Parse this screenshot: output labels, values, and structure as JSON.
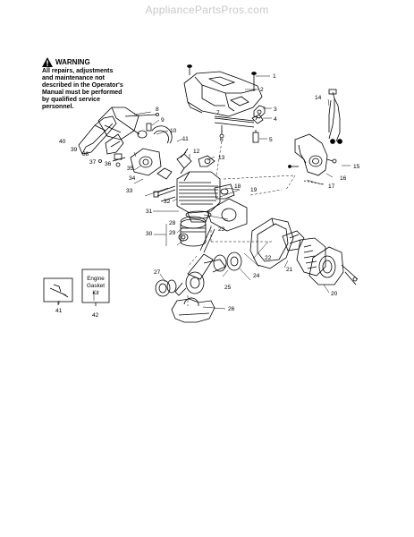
{
  "header": {
    "site_name": "AppliancePartsPros.com"
  },
  "warning": {
    "title": "WARNING",
    "text": "All repairs, adjustments and maintenance not described in the Operator's Manual must be performed by qualified service personnel."
  },
  "kit_box": {
    "line1": "Engine",
    "line2": "Gasket",
    "line3": "Kit"
  },
  "callouts": [
    "1",
    "2",
    "3",
    "4",
    "5",
    "6",
    "7",
    "8",
    "9",
    "10",
    "11",
    "12",
    "13",
    "14",
    "15",
    "16",
    "17",
    "18",
    "19",
    "20",
    "21",
    "22",
    "23",
    "24",
    "25",
    "26",
    "27",
    "28",
    "29",
    "30",
    "31",
    "32",
    "33",
    "34",
    "35",
    "36",
    "37",
    "38",
    "39",
    "40",
    "41",
    "42"
  ]
}
